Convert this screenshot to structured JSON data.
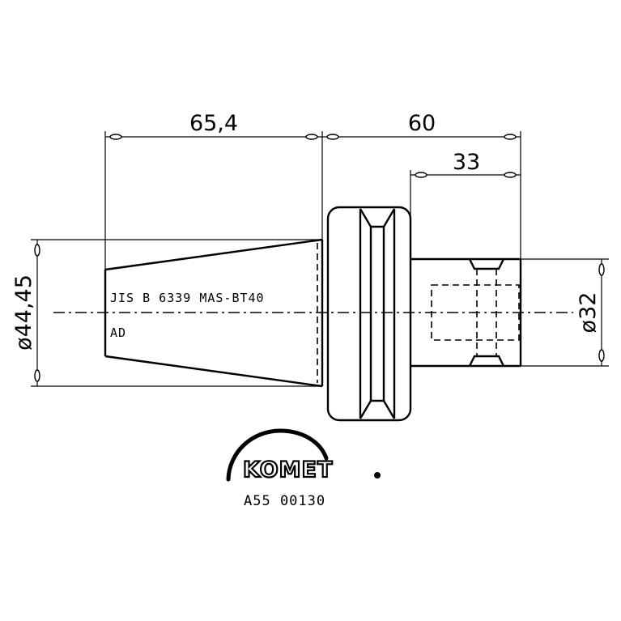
{
  "dimensions": {
    "taper_length": "65,4",
    "total_shank_length": "60",
    "shank_length": "33",
    "taper_diameter": "ø44,45",
    "shank_diameter": "ø32"
  },
  "labels": {
    "standard": "JIS B 6339 MAS-BT40",
    "variant": "AD"
  },
  "logo": {
    "brand": "KOMET"
  },
  "part_number": "A55 00130"
}
